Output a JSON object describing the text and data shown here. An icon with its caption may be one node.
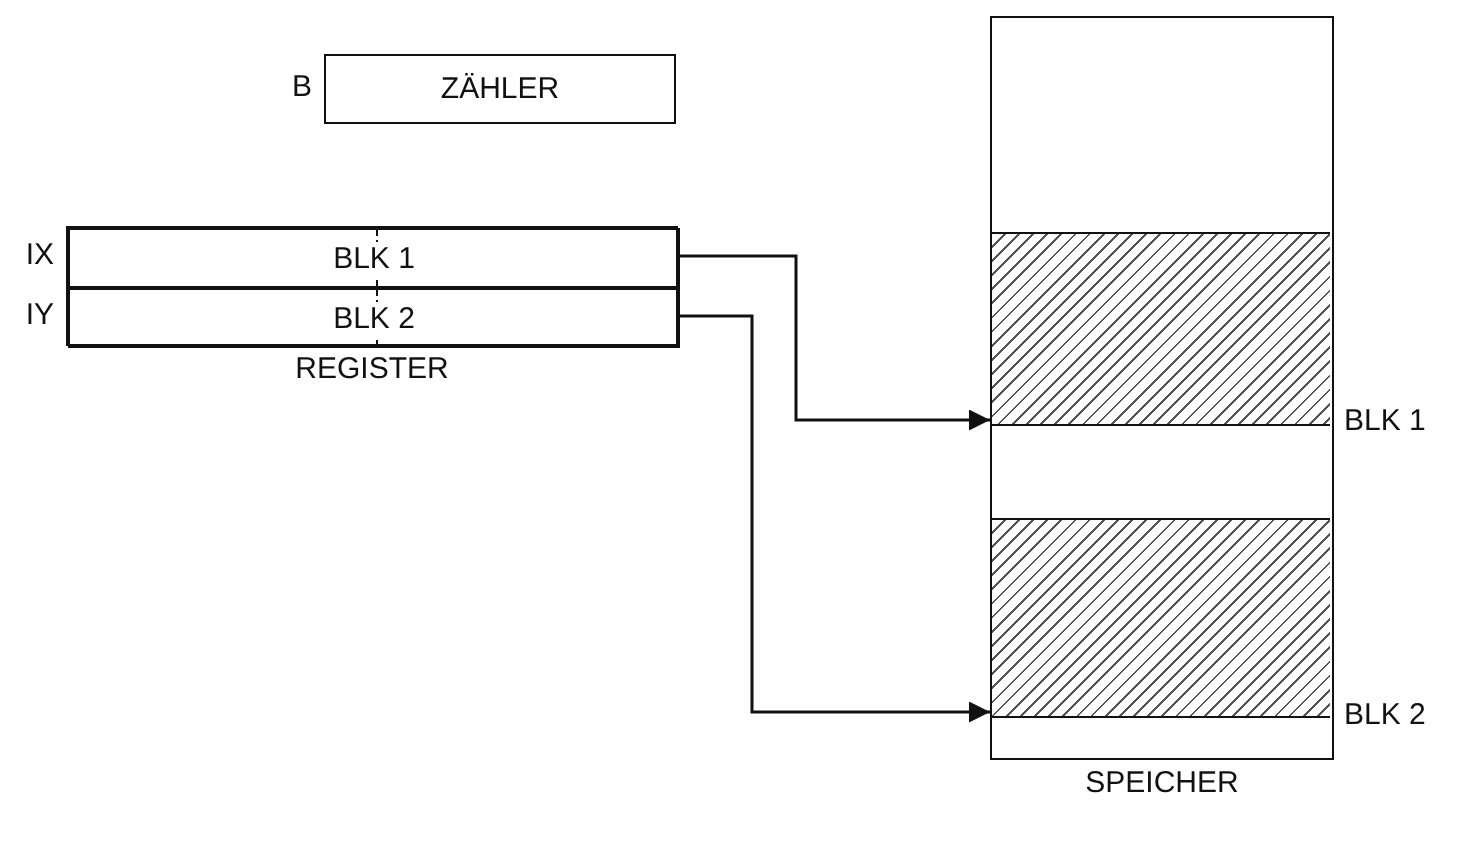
{
  "diagram": {
    "nodes": [
      {
        "text": [
          "ZÄHLER"
        ],
        "beside": [
          "B"
        ]
      },
      {
        "text": [
          "REGISTER"
        ]
      },
      {
        "text": [
          "BLK 1"
        ],
        "in": 1,
        "beside": [
          "IX"
        ]
      },
      {
        "text": [
          "BLK 2"
        ],
        "in": 1,
        "beside": [
          "IY"
        ]
      },
      {
        "text": [
          "SPEICHER"
        ]
      },
      {
        "text": [],
        "shape": "box",
        "in": 4,
        "beside": [
          "BLK 1"
        ]
      },
      {
        "text": [],
        "shape": "box",
        "in": 4,
        "beside": [
          "BLK 2"
        ]
      }
    ],
    "edges": [
      {
        "from": 2,
        "to": 5,
        "arrow": "to"
      },
      {
        "from": 3,
        "to": 6,
        "arrow": "to"
      }
    ]
  }
}
